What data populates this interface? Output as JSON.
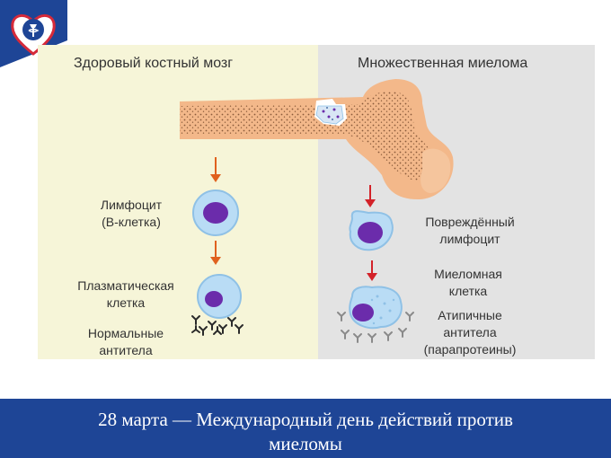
{
  "panels": {
    "healthy": {
      "title": "Здоровый костный мозг",
      "lymphocyte": [
        "Лимфоцит",
        "(В-клетка)"
      ],
      "plasma_cell": [
        "Плазматическая",
        "клетка"
      ],
      "antibodies": [
        "Нормальные",
        "антитела"
      ]
    },
    "myeloma": {
      "title": "Множественная миелома",
      "damaged_lymphocyte": [
        "Повреждённый",
        "лимфоцит"
      ],
      "myeloma_cell": [
        "Миеломная",
        "клетка"
      ],
      "atypical_antibodies": [
        "Атипичные",
        "антитела",
        "(парапротеины)"
      ]
    }
  },
  "footer": {
    "line1": "28 марта — Международный день действий против",
    "line2": "миеломы"
  },
  "colors": {
    "healthy_bg": "#f6f5d8",
    "myeloma_bg": "#e3e3e3",
    "bone": "#f3b88a",
    "bone_dots": "#8a5a3a",
    "cell_fill": "#b9dcf5",
    "cell_outline": "#8fc1e6",
    "nucleus": "#6b2cab",
    "arrow_healthy": "#e0611e",
    "arrow_myeloma": "#d32229",
    "footer_bg": "#1e4596",
    "logo_blue": "#1e4596",
    "logo_red": "#d62a3a"
  }
}
